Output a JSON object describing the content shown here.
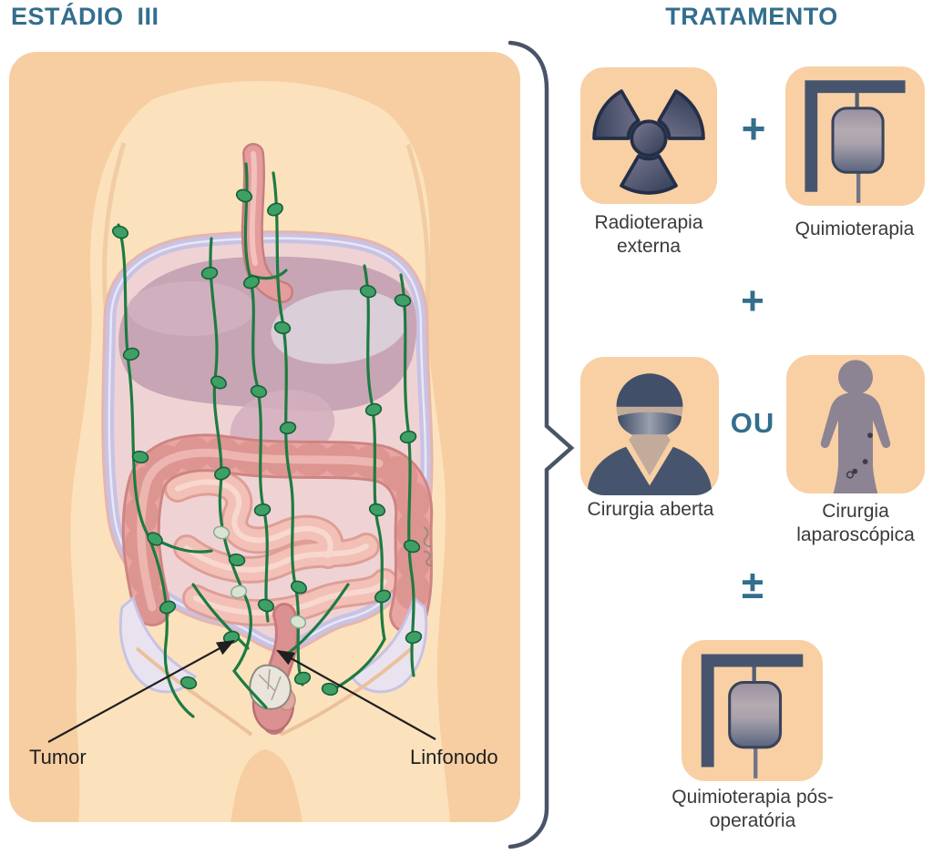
{
  "header": {
    "left_title": "ESTÁDIO III",
    "right_title": "TRATAMENTO"
  },
  "anatomy": {
    "tumor_label": "Tumor",
    "lymph_node_label": "Linfonodo"
  },
  "treatment": {
    "operators": {
      "plus_1": "+",
      "plus_2": "+",
      "or": "OU",
      "plus_minus": "±"
    },
    "items": [
      {
        "id": "radioterapia-externa",
        "label": "Radioterapia externa",
        "icon": "radiation-icon"
      },
      {
        "id": "quimioterapia",
        "label": "Quimioterapia",
        "icon": "iv-drip-icon"
      },
      {
        "id": "cirurgia-aberta",
        "label": "Cirurgia aberta",
        "icon": "surgeon-icon"
      },
      {
        "id": "cirurgia-laparoscopica",
        "label": "Cirurgia laparoscópica",
        "icon": "patient-figure-icon"
      },
      {
        "id": "quimioterapia-pos-operatoria",
        "label": "Quimioterapia pós-operatória",
        "icon": "iv-drip-icon"
      }
    ]
  },
  "colors": {
    "accent_teal": "#336E8C",
    "card_peach": "#F7CEA1",
    "icon_slate": "#46556D",
    "lymph_green": "#1E7B41",
    "label_text": "#3A3A3A"
  }
}
